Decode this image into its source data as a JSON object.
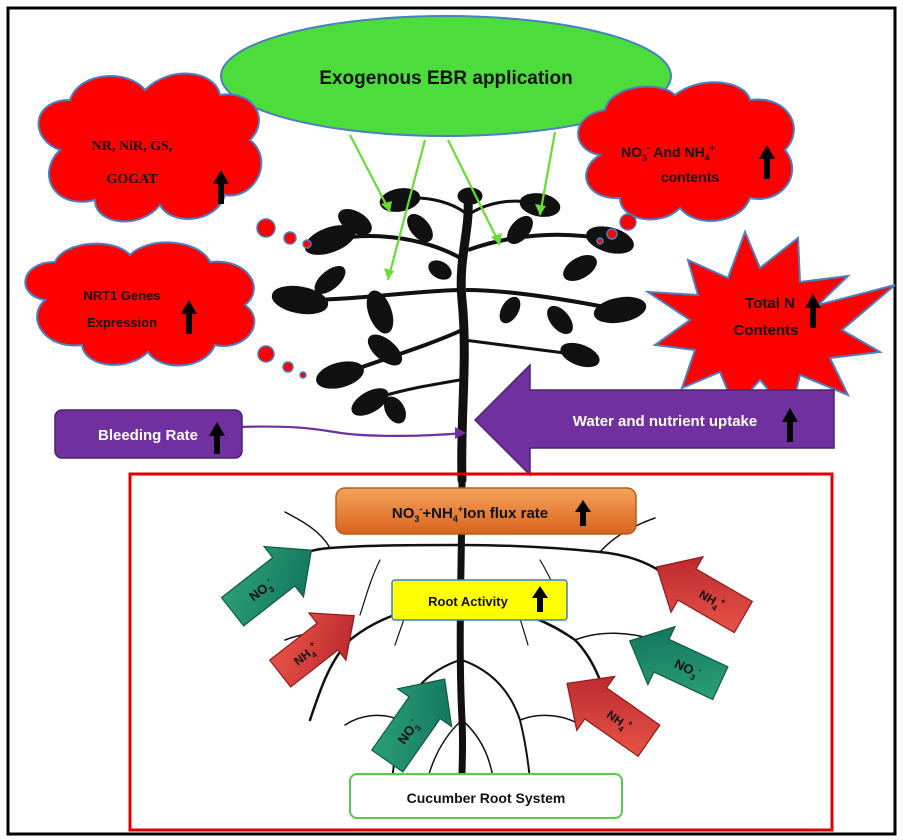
{
  "title": "Exogenous EBR application",
  "cloud_enzymes": {
    "line1": "NR, NiR, GS,",
    "line2": "GOGAT"
  },
  "cloud_contents": {
    "line1_a": "NO",
    "line1_sub": "3",
    "line1_sup": "-",
    "line1_b": " And NH",
    "line1_sub2": "4",
    "line1_sup2": "+",
    "line2": "contents"
  },
  "cloud_nrt1": {
    "line1": "NRT1 Genes",
    "line2": "Expression"
  },
  "star_total_n": {
    "line1": "Total N",
    "line2": "Contents"
  },
  "bleeding_rate": "Bleeding Rate",
  "water_uptake": "Water and nutrient uptake",
  "ion_flux": {
    "a": "NO",
    "sub1": "3",
    "sup1": "-",
    "b": "+NH",
    "sub2": "4",
    "sup2": "+",
    "c": "Ion flux rate"
  },
  "root_activity": "Root Activity",
  "root_system_label": "Cucumber Root System",
  "ion_nitrate": {
    "base": "NO",
    "sub": "3",
    "sup": "-"
  },
  "ion_ammonium": {
    "base": "NH",
    "sub": "4",
    "sup": "+"
  },
  "colors": {
    "ellipse_fill": "#4cdc3c",
    "cloud_fill": "#ff0000",
    "purple": "#7030a0",
    "orange": "#e8762a",
    "yellow": "#ffff00",
    "teal": "#1e8a6e",
    "red_arrow": "#d33a3a",
    "frame": "#e00000",
    "green_arrow": "#66dd33"
  }
}
